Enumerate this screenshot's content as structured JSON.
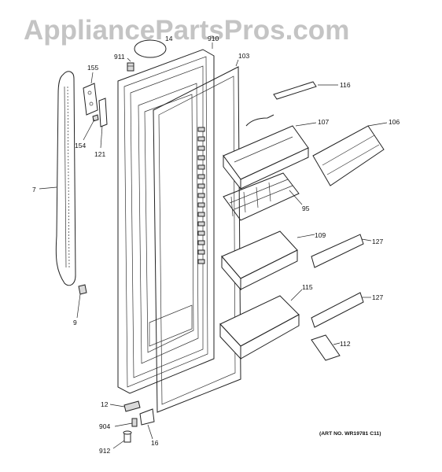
{
  "watermark": "AppliancePartsPros.com",
  "art_number": "(ART NO. WR19781 C11)",
  "callouts": {
    "c911": "911",
    "c910": "910",
    "c14": "14",
    "c103": "103",
    "c155": "155",
    "c116": "116",
    "c107": "107",
    "c106": "106",
    "c154": "154",
    "c121": "121",
    "c7": "7",
    "c95": "95",
    "c109": "109",
    "c127a": "127",
    "c115": "115",
    "c127b": "127",
    "c9": "9",
    "c112": "112",
    "c12": "12",
    "c904": "904",
    "c16": "16",
    "c912": "912"
  }
}
